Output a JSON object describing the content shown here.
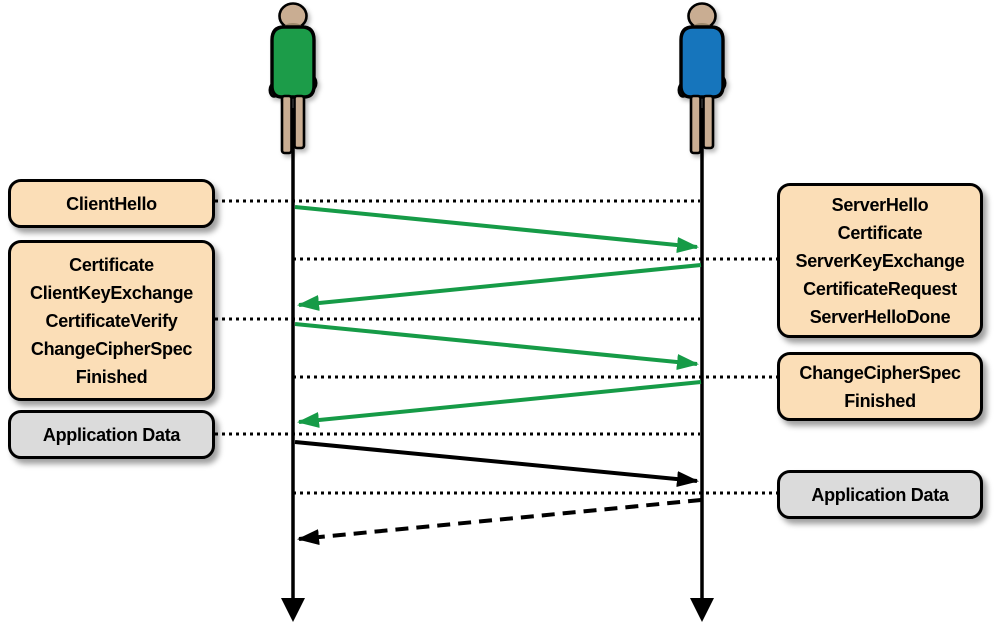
{
  "diagram": {
    "type": "sequence-diagram",
    "subject": "TLS handshake message flow between client and server"
  },
  "colors": {
    "box_fill": "#fbdeb7",
    "box_fill_alt": "#dbdbdb",
    "box_border": "#000000",
    "arrow_green": "#169b47",
    "arrow_black": "#000000",
    "skin": "#c9ad92",
    "skin_shade": "#9e8a6c",
    "client_green": "#1a9c48",
    "server_blue": "#1374bc"
  },
  "client_boxes": [
    {
      "style": "peach",
      "lines": [
        "ClientHello"
      ]
    },
    {
      "style": "peach",
      "lines": [
        "Certificate",
        "ClientKeyExchange",
        "CertificateVerify",
        "ChangeCipherSpec",
        "Finished"
      ]
    },
    {
      "style": "gray",
      "lines": [
        "Application Data"
      ]
    }
  ],
  "server_boxes": [
    {
      "style": "peach",
      "lines": [
        "ServerHello",
        "Certificate",
        "ServerKeyExchange",
        "CertificateRequest",
        "ServerHelloDone"
      ]
    },
    {
      "style": "peach",
      "lines": [
        "ChangeCipherSpec",
        "Finished"
      ]
    },
    {
      "style": "gray",
      "lines": [
        "Application Data"
      ]
    }
  ],
  "flows": [
    {
      "from": "client",
      "to": "server",
      "style": "solid-green",
      "messages": "ClientHello"
    },
    {
      "from": "server",
      "to": "client",
      "style": "solid-green",
      "messages": "ServerHello, Certificate, ServerKeyExchange, CertificateRequest, ServerHelloDone"
    },
    {
      "from": "client",
      "to": "server",
      "style": "solid-green",
      "messages": "Certificate, ClientKeyExchange, CertificateVerify, ChangeCipherSpec, Finished"
    },
    {
      "from": "server",
      "to": "client",
      "style": "solid-green",
      "messages": "ChangeCipherSpec, Finished"
    },
    {
      "from": "client",
      "to": "server",
      "style": "solid-black",
      "messages": "Application Data"
    },
    {
      "from": "server",
      "to": "client",
      "style": "dashed-black",
      "messages": "Application Data"
    }
  ]
}
